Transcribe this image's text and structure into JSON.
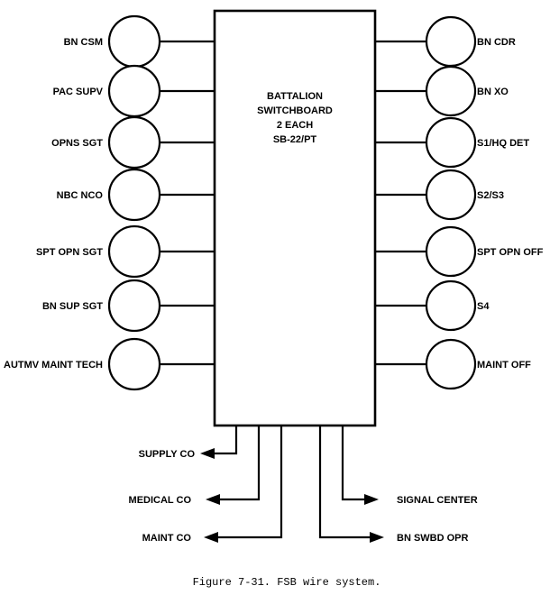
{
  "switchboard": {
    "lines": [
      "BATTALION",
      "SWITCHBOARD",
      "2 EACH",
      "SB-22/PT"
    ]
  },
  "left_nodes": [
    "BN CSM",
    "PAC SUPV",
    "OPNS SGT",
    "NBC NCO",
    "SPT OPN SGT",
    "BN SUP SGT",
    "AUTMV MAINT TECH"
  ],
  "right_nodes": [
    "BN CDR",
    "BN XO",
    "S1/HQ DET",
    "S2/S3",
    "SPT OPN OFF",
    "S4",
    "MAINT OFF"
  ],
  "bottom_left": [
    "SUPPLY CO",
    "MEDICAL CO",
    "MAINT CO"
  ],
  "bottom_right": [
    "SIGNAL CENTER",
    "BN SWBD OPR"
  ],
  "caption": "Figure 7-31. FSB wire system."
}
